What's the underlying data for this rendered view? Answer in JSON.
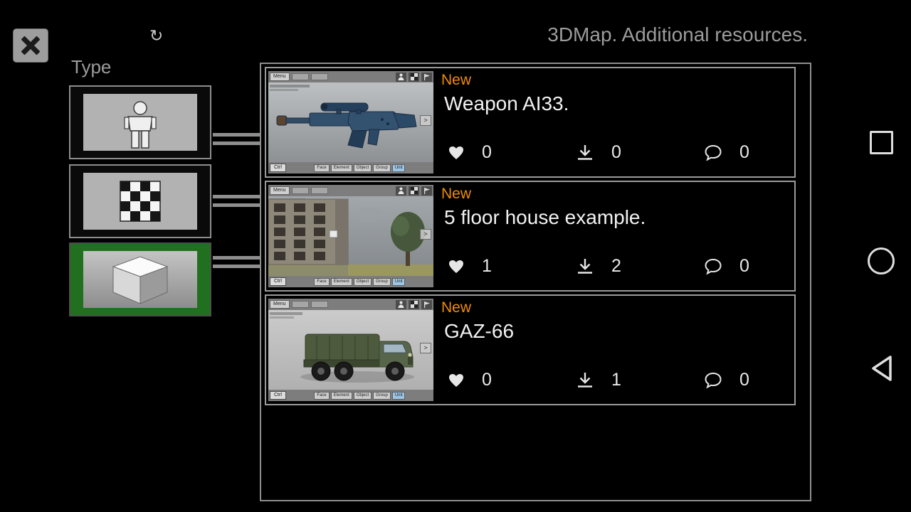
{
  "header": {
    "title": "3DMap. Additional resources.",
    "refresh_icon": "↻"
  },
  "icons": {
    "close": "x-cross",
    "refresh": "refresh-arrow",
    "likes": "heart",
    "downloads": "download-arrow",
    "comments": "speech-bubble",
    "nav": [
      "recents-square",
      "home-circle",
      "back-triangle"
    ]
  },
  "colors": {
    "badge_new": "#ef8c00",
    "selected_type_green": "#20701f",
    "title_gray": "#9c9c9c"
  },
  "sidebar": {
    "label": "Type",
    "options": [
      {
        "id": "character",
        "icon": "person-icon",
        "selected": false
      },
      {
        "id": "texture",
        "icon": "checkerboard-icon",
        "selected": false
      },
      {
        "id": "model",
        "icon": "cube-icon",
        "selected": true
      }
    ]
  },
  "resources": [
    {
      "badge": "New",
      "title": "Weapon AI33.",
      "likes": "0",
      "downloads": "0",
      "comments": "0",
      "thumbnail": "weapon-editor-screenshot"
    },
    {
      "badge": "New",
      "title": "5 floor house example.",
      "likes": "1",
      "downloads": "2",
      "comments": "0",
      "thumbnail": "house-editor-screenshot"
    },
    {
      "badge": "New",
      "title": "GAZ-66",
      "likes": "0",
      "downloads": "1",
      "comments": "0",
      "thumbnail": "truck-editor-screenshot"
    }
  ],
  "thumbnail_ui": {
    "menu_label": "Menu",
    "ctrl_label": "Ctrl",
    "expand_arrow": ">",
    "mode_buttons": [
      "Face",
      "Element",
      "Object",
      "Group",
      "Unit"
    ]
  }
}
